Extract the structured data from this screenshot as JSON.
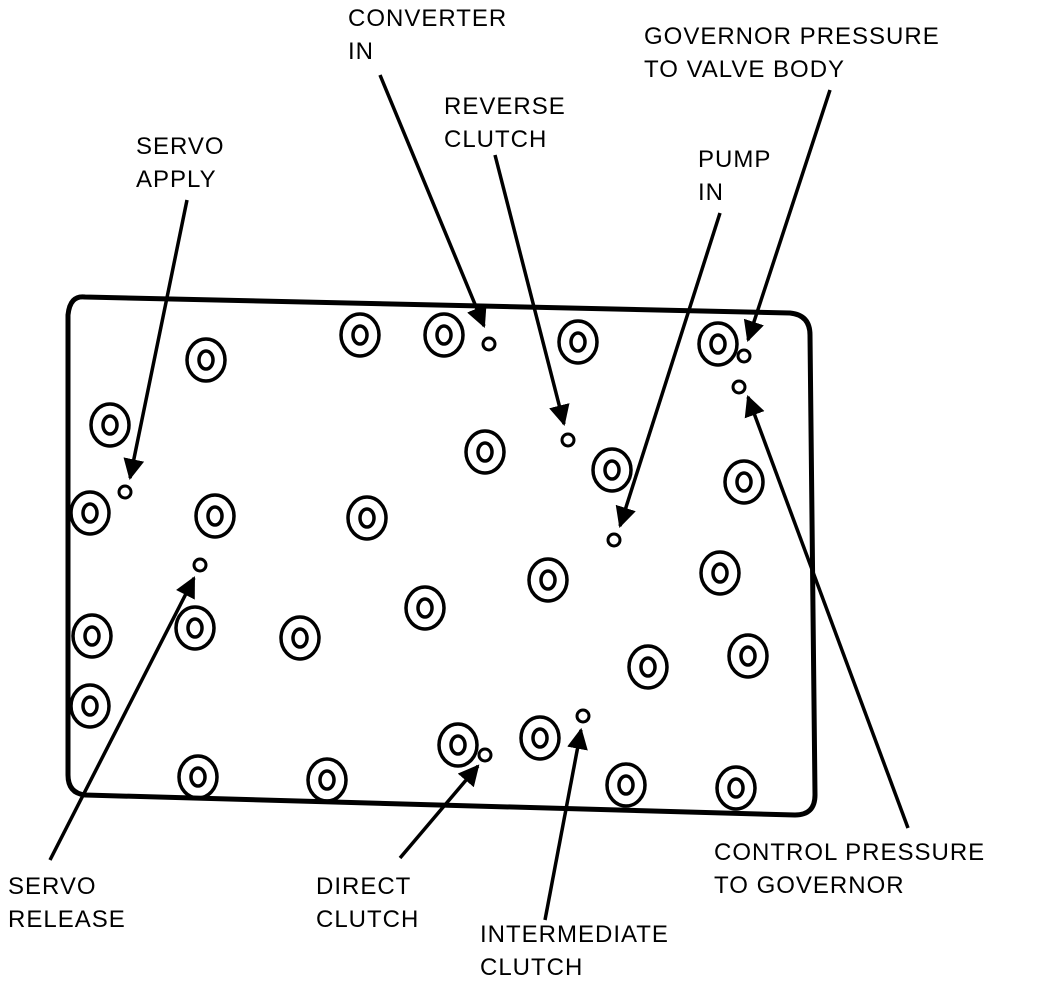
{
  "labels": {
    "converter_in": [
      "CONVERTER",
      "IN"
    ],
    "governor_pressure": [
      "GOVERNOR PRESSURE",
      "TO VALVE BODY"
    ],
    "reverse_clutch": [
      "REVERSE",
      "CLUTCH"
    ],
    "servo_apply": [
      "SERVO",
      "APPLY"
    ],
    "pump_in": [
      "PUMP",
      "IN"
    ],
    "servo_release": [
      "SERVO",
      "RELEASE"
    ],
    "direct_clutch": [
      "DIRECT",
      "CLUTCH"
    ],
    "intermediate_clutch": [
      "INTERMEDIATE",
      "CLUTCH"
    ],
    "control_pressure": [
      "CONTROL PRESSURE",
      "TO GOVERNOR"
    ]
  },
  "colors": {
    "ink": "#000000",
    "paper": "#ffffff"
  }
}
